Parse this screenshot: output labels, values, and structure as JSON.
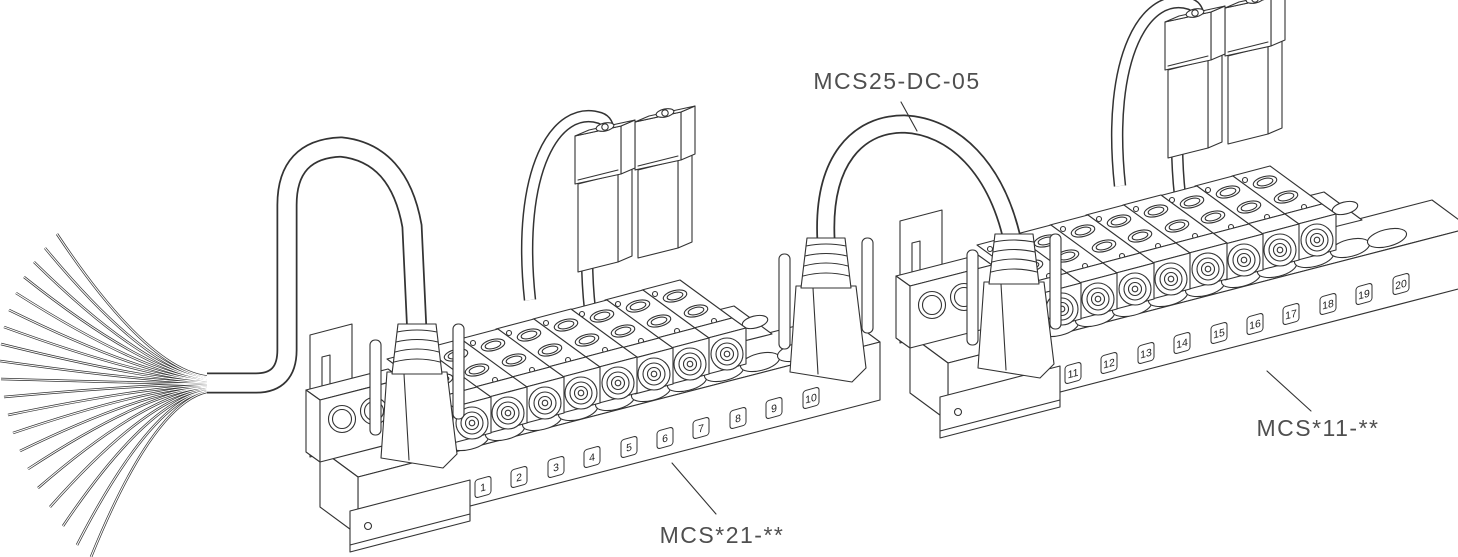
{
  "colors": {
    "background": "#ffffff",
    "line": "#333333",
    "label_text": "#4f4f4f"
  },
  "labels": {
    "cable": "MCS25-DC-05",
    "left_manifold": "MCS*21-**",
    "right_manifold": "MCS*11-**"
  },
  "left_manifold": {
    "stations": [
      "1",
      "2",
      "3",
      "4",
      "5",
      "6",
      "7",
      "8",
      "9",
      "10"
    ]
  },
  "right_manifold": {
    "stations": [
      "11",
      "12",
      "13",
      "14",
      "15",
      "16",
      "17",
      "18",
      "19",
      "20"
    ]
  }
}
